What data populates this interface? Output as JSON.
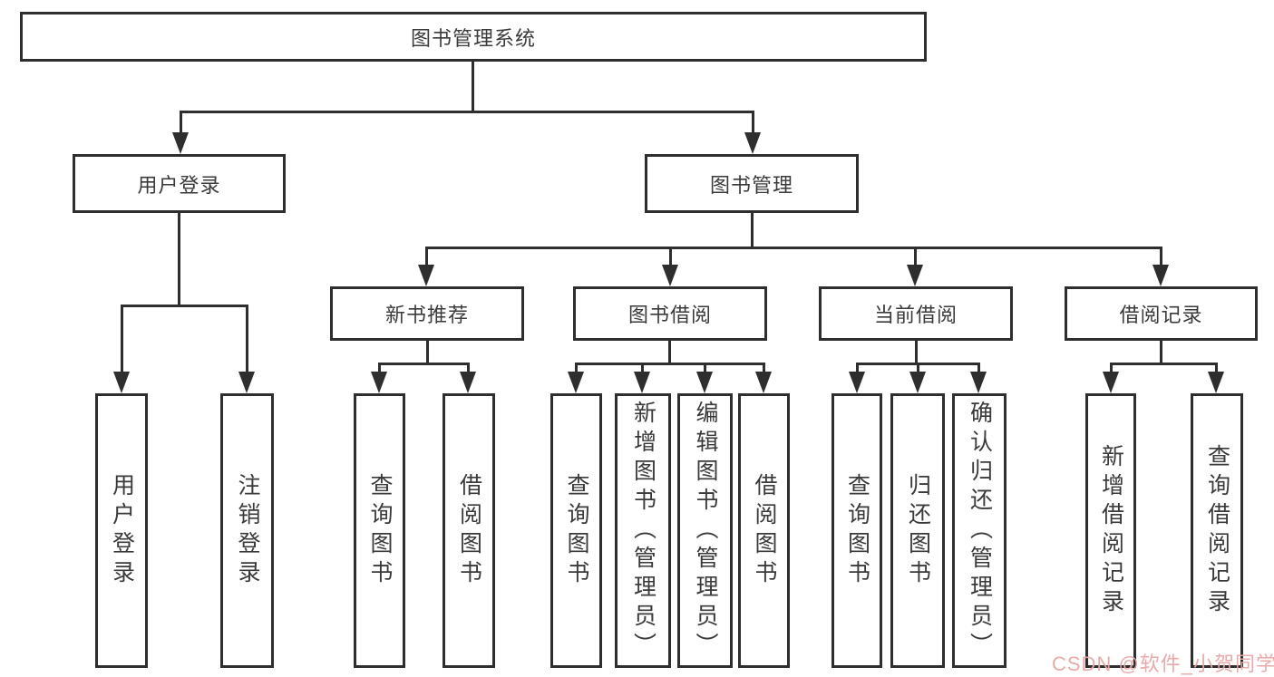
{
  "diagram": {
    "root": {
      "label": "图书管理系统"
    },
    "branches": [
      {
        "label": "用户登录",
        "children": [
          {
            "label": "用户登录"
          },
          {
            "label": "注销登录"
          }
        ]
      },
      {
        "label": "图书管理",
        "children": [
          {
            "label": "新书推荐",
            "children": [
              {
                "label": "查询图书"
              },
              {
                "label": "借阅图书"
              }
            ]
          },
          {
            "label": "图书借阅",
            "children": [
              {
                "label": "查询图书"
              },
              {
                "label": "新增图书（管理员）"
              },
              {
                "label": "编辑图书（管理员）"
              },
              {
                "label": "借阅图书"
              }
            ]
          },
          {
            "label": "当前借阅",
            "children": [
              {
                "label": "查询图书"
              },
              {
                "label": "归还图书"
              },
              {
                "label": "确认归还（管理员）"
              }
            ]
          },
          {
            "label": "借阅记录",
            "children": [
              {
                "label": "新增借阅记录"
              },
              {
                "label": "查询借阅记录"
              }
            ]
          }
        ]
      }
    ],
    "colors": {
      "line": "#2e2e2e",
      "box_border": "#2e2e2e",
      "box_background": "#ffffff",
      "text": "#3a3a3a",
      "watermark": "#e8a6a6"
    }
  },
  "watermark": {
    "text": "CSDN @软件_小贺同学"
  }
}
